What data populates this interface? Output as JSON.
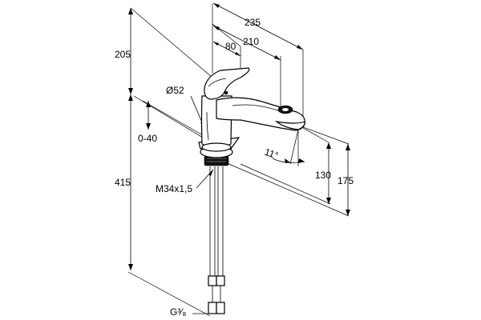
{
  "dimensions": {
    "d235": "235",
    "d210": "210",
    "d80": "80",
    "d205": "205",
    "d52": "Ø52",
    "d040": "0-40",
    "d11": "11°",
    "d130": "130",
    "d175": "175",
    "d415": "415",
    "thread": "M34x1,5",
    "g38": "G³⁄₈"
  }
}
